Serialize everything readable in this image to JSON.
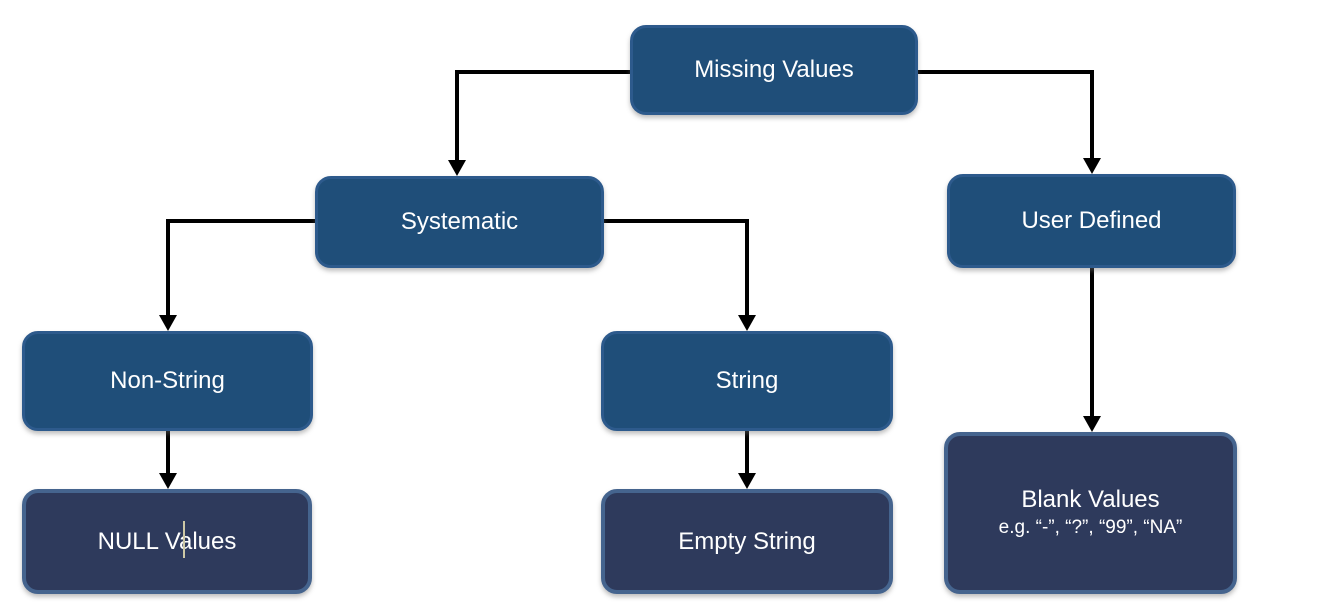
{
  "nodes": {
    "missing_values": {
      "label": "Missing Values"
    },
    "systematic": {
      "label": "Systematic"
    },
    "user_defined": {
      "label": "User Defined"
    },
    "non_string": {
      "label": "Non-String"
    },
    "string": {
      "label": "String"
    },
    "null_values": {
      "label": "NULL Values"
    },
    "empty_string": {
      "label": "Empty String"
    },
    "blank_values": {
      "label": "Blank Values",
      "sublabel": "e.g. “-”, “?”, “99”, “NA”"
    }
  },
  "edges": [
    {
      "from": "Missing Values",
      "to": "Systematic"
    },
    {
      "from": "Missing Values",
      "to": "User Defined"
    },
    {
      "from": "Systematic",
      "to": "Non-String"
    },
    {
      "from": "Systematic",
      "to": "String"
    },
    {
      "from": "Non-String",
      "to": "NULL Values"
    },
    {
      "from": "String",
      "to": "Empty String"
    },
    {
      "from": "User Defined",
      "to": "Blank Values"
    }
  ],
  "colors": {
    "node_fill": "#1F4E79",
    "node_border": "#2D5A8C",
    "leaf_fill": "#2E3A5C",
    "leaf_border": "#45648E",
    "connector": "#000000",
    "text": "#FFFFFF",
    "canvas_bg": "#FFFFFF"
  }
}
